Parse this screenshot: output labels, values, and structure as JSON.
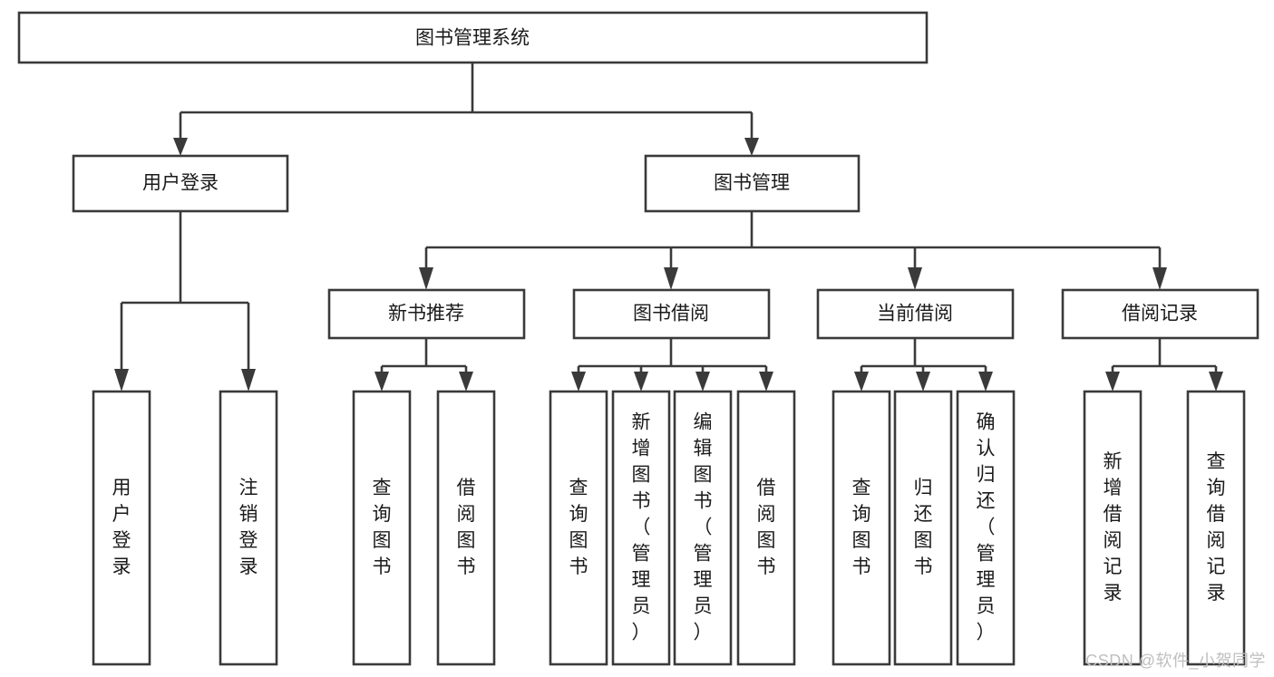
{
  "diagram": {
    "title": "图书管理系统",
    "type": "tree-hierarchy-chart",
    "orientation": "top-down",
    "colors": {
      "box_stroke": "#3a3a3a",
      "box_fill": "#ffffff",
      "text": "#1a1a1a",
      "background": "#ffffff",
      "watermark": "#bfbfbf"
    },
    "nodes": {
      "root": {
        "label": "图书管理系统",
        "level": 1,
        "text_direction": "horizontal"
      },
      "l2": [
        {
          "id": "user-login",
          "label": "用户登录",
          "level": 2,
          "text_direction": "horizontal"
        },
        {
          "id": "book-manage",
          "label": "图书管理",
          "level": 2,
          "text_direction": "horizontal"
        }
      ],
      "l3": [
        {
          "id": "new-book-recommend",
          "label": "新书推荐",
          "level": 3,
          "text_direction": "horizontal",
          "parent": "book-manage"
        },
        {
          "id": "book-borrow",
          "label": "图书借阅",
          "level": 3,
          "text_direction": "horizontal",
          "parent": "book-manage"
        },
        {
          "id": "current-borrow",
          "label": "当前借阅",
          "level": 3,
          "text_direction": "horizontal",
          "parent": "book-manage"
        },
        {
          "id": "borrow-record",
          "label": "借阅记录",
          "level": 3,
          "text_direction": "horizontal",
          "parent": "book-manage"
        }
      ],
      "leaves": [
        {
          "id": "leaf-user-login",
          "label": "用户登录",
          "parent": "user-login",
          "text_direction": "vertical"
        },
        {
          "id": "leaf-user-logout",
          "label": "注销登录",
          "parent": "user-login",
          "text_direction": "vertical"
        },
        {
          "id": "leaf-query-book-1",
          "label": "查询图书",
          "parent": "new-book-recommend",
          "text_direction": "vertical"
        },
        {
          "id": "leaf-borrow-book-1",
          "label": "借阅图书",
          "parent": "new-book-recommend",
          "text_direction": "vertical"
        },
        {
          "id": "leaf-query-book-2",
          "label": "查询图书",
          "parent": "book-borrow",
          "text_direction": "vertical"
        },
        {
          "id": "leaf-add-book",
          "label": "新增图书（管理员）",
          "parent": "book-borrow",
          "text_direction": "vertical"
        },
        {
          "id": "leaf-edit-book",
          "label": "编辑图书（管理员）",
          "parent": "book-borrow",
          "text_direction": "vertical"
        },
        {
          "id": "leaf-borrow-book-2",
          "label": "借阅图书",
          "parent": "book-borrow",
          "text_direction": "vertical"
        },
        {
          "id": "leaf-query-book-3",
          "label": "查询图书",
          "parent": "current-borrow",
          "text_direction": "vertical"
        },
        {
          "id": "leaf-return-book",
          "label": "归还图书",
          "parent": "current-borrow",
          "text_direction": "vertical"
        },
        {
          "id": "leaf-confirm-return",
          "label": "确认归还（管理员）",
          "parent": "current-borrow",
          "text_direction": "vertical"
        },
        {
          "id": "leaf-add-record",
          "label": "新增借阅记录",
          "parent": "borrow-record",
          "text_direction": "vertical"
        },
        {
          "id": "leaf-query-record",
          "label": "查询借阅记录",
          "parent": "borrow-record",
          "text_direction": "vertical"
        }
      ]
    }
  },
  "watermark": {
    "text": "CSDN @软件_小贺同学"
  }
}
